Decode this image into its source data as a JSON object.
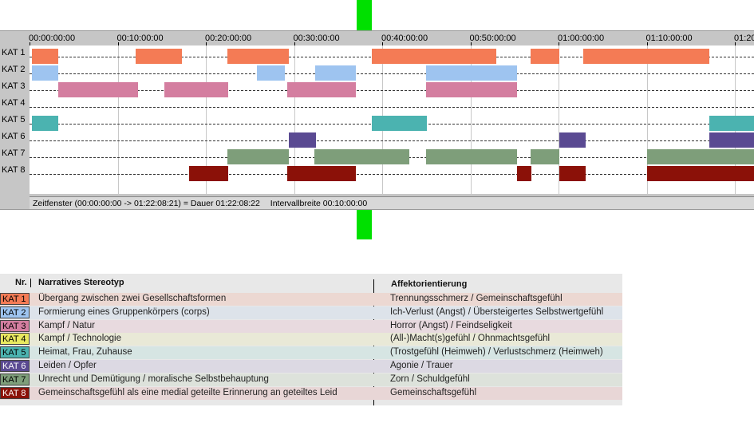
{
  "timeline": {
    "ticks": [
      "00:00:00:00",
      "00:10:00:00",
      "00:20:00:00",
      "00:30:00:00",
      "00:40:00:00",
      "00:50:00:00",
      "01:00:00:00",
      "01:10:00:00",
      "01:20"
    ],
    "lanes": [
      {
        "label": "KAT 1",
        "color": "#f47b55",
        "segments": [
          [
            0.3,
            3.3
          ],
          [
            12.0,
            17.3
          ],
          [
            22.4,
            29.4
          ],
          [
            38.8,
            52.9
          ],
          [
            56.8,
            60.1
          ],
          [
            62.8,
            77.1
          ]
        ]
      },
      {
        "label": "KAT 2",
        "color": "#9ec4f0",
        "segments": [
          [
            0.3,
            3.3
          ],
          [
            25.8,
            29.0
          ],
          [
            32.4,
            37.0
          ],
          [
            45.0,
            55.3
          ]
        ]
      },
      {
        "label": "KAT 3",
        "color": "#d47ea0",
        "segments": [
          [
            3.3,
            12.3
          ],
          [
            15.3,
            22.5
          ],
          [
            29.2,
            37.0
          ],
          [
            45.0,
            55.3
          ]
        ]
      },
      {
        "label": "KAT 4",
        "color": "#e8e860",
        "segments": []
      },
      {
        "label": "KAT 5",
        "color": "#4bb3b0",
        "segments": [
          [
            0.3,
            3.3
          ],
          [
            38.8,
            45.1
          ],
          [
            77.1,
            82.4
          ]
        ]
      },
      {
        "label": "KAT 6",
        "color": "#5a4a92",
        "segments": [
          [
            29.4,
            32.5
          ],
          [
            60.1,
            63.1
          ],
          [
            77.1,
            82.4
          ]
        ]
      },
      {
        "label": "KAT 7",
        "color": "#7e9e7a",
        "segments": [
          [
            22.4,
            29.4
          ],
          [
            32.3,
            43.1
          ],
          [
            45.0,
            55.3
          ],
          [
            56.8,
            60.1
          ],
          [
            70.0,
            82.4
          ]
        ]
      },
      {
        "label": "KAT 8",
        "color": "#8b1108",
        "segments": [
          [
            18.1,
            22.5
          ],
          [
            29.2,
            37.0
          ],
          [
            55.3,
            56.9
          ],
          [
            60.1,
            63.1
          ],
          [
            70.0,
            82.4
          ]
        ]
      }
    ],
    "status": {
      "window": "Zeitfenster (00:00:00:00 -> 01:22:08:21) = Dauer 01:22:08:22",
      "interval": "Intervallbreite 00:10:00:00"
    }
  },
  "legend": {
    "headers": {
      "nr": "Nr.",
      "narrative": "Narratives Stereotyp",
      "affect": "Affektorientierung"
    },
    "rows": [
      {
        "kat": "KAT 1",
        "color": "#f47b55",
        "row_bg": "#ecd8d2",
        "narrative": "Übergang zwischen zwei Gesellschaftsformen",
        "affect": "Trennungsschmerz / Gemeinschaftsgefühl"
      },
      {
        "kat": "KAT 2",
        "color": "#9ec4f0",
        "row_bg": "#dde3ea",
        "narrative": "Formierung eines Gruppenkörpers (corps)",
        "affect": "Ich-Verlust (Angst) / Übersteigertes Selbstwertgefühl"
      },
      {
        "kat": "KAT 3",
        "color": "#d47ea0",
        "row_bg": "#e8dadf",
        "narrative": "Kampf / Natur",
        "affect": "Horror (Angst) / Feindseligkeit"
      },
      {
        "kat": "KAT 4",
        "color": "#e8e860",
        "row_bg": "#e9e9d7",
        "narrative": "Kampf / Technologie",
        "affect": "(All-)Macht(s)gefühl / Ohnmachtsgefühl"
      },
      {
        "kat": "KAT 5",
        "color": "#4bb3b0",
        "row_bg": "#d6e5e3",
        "narrative": "Heimat, Frau, Zuhause",
        "affect": "(Trostgefühl (Heimweh) / Verlustschmerz (Heimweh)"
      },
      {
        "kat": "KAT 6",
        "color": "#5a4a92",
        "row_bg": "#dcd9e3",
        "narrative": "Leiden / Opfer",
        "affect": "Agonie / Trauer"
      },
      {
        "kat": "KAT 7",
        "color": "#7e9e7a",
        "row_bg": "#dde2db",
        "narrative": "Unrecht und Demütigung / moralische Selbstbehauptung",
        "affect": "Zorn / Schuldgefühl"
      },
      {
        "kat": "KAT 8",
        "color": "#8b1108",
        "row_bg": "#e8d6d6",
        "narrative": "Gemeinschaftsgefühl als eine medial geteilte Erinnerung an geteiltes Leid",
        "affect": "Gemeinschaftsgefühl"
      }
    ]
  }
}
